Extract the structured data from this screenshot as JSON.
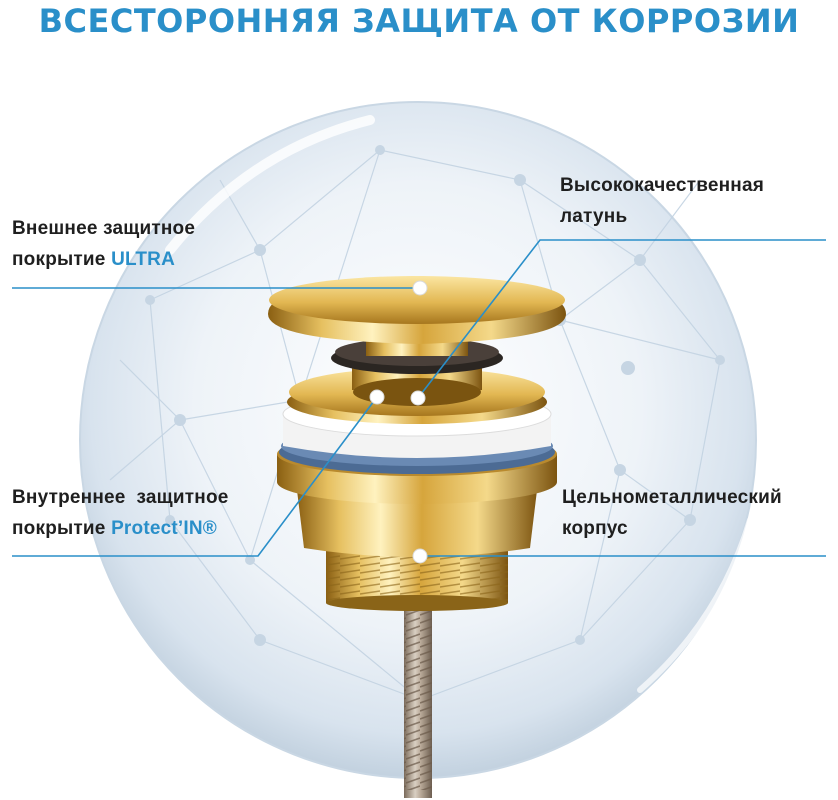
{
  "title": "ВСЕСТОРОННЯЯ ЗАЩИТА ОТ КОРРОЗИИ",
  "callouts": {
    "outer_coating": {
      "line1": "Внешнее защитное",
      "line2_prefix": "покрытие ",
      "line2_accent": "ULTRA"
    },
    "inner_coating": {
      "line1": "Внутреннее  защитное",
      "line2_prefix": "покрытие ",
      "line2_accent": "Protect’IN®"
    },
    "brass": {
      "line1": "Высококачественная",
      "line2": "латунь"
    },
    "body": {
      "line1": "Цельнометаллический",
      "line2": "корпус"
    }
  },
  "colors": {
    "accent": "#2a8fc9",
    "text": "#1f1f1f",
    "gold": "#d9b04a",
    "callout_line": "#2a8fc9"
  }
}
